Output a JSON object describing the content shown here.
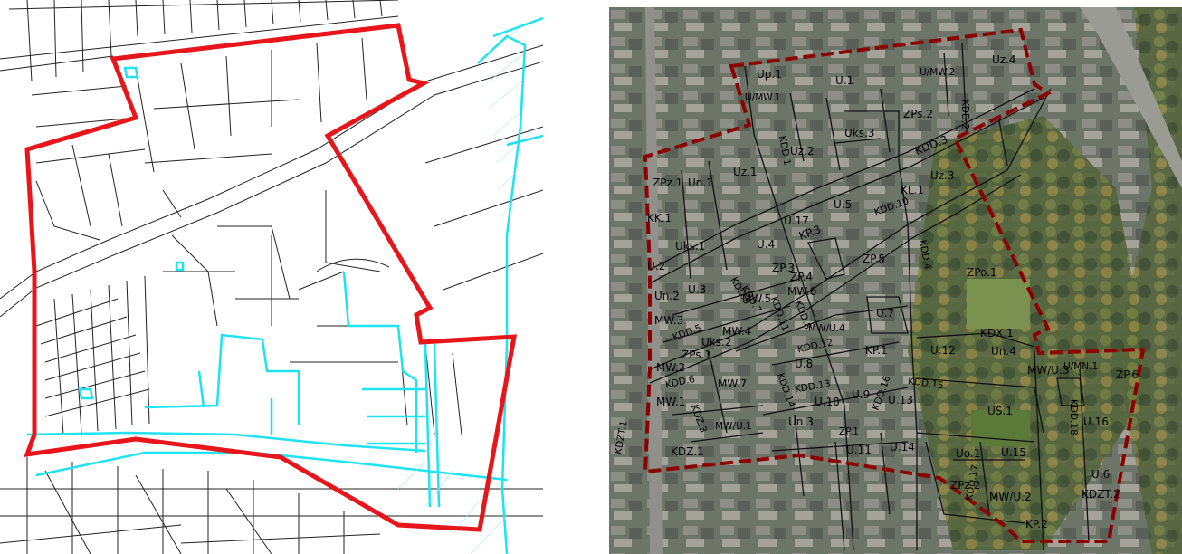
{
  "colors": {
    "plan_boundary_left": "#e8151b",
    "parcel_lines": "#222222",
    "water_overlay": "#1fe3f0",
    "plan_boundary_right": "#8b0000",
    "aerial_base": "#5c6a55",
    "zone_lines": "#111111"
  },
  "left_map": {
    "description_icon": "cadastral-map"
  },
  "right_map": {
    "zones": [
      "Up.1",
      "U/MW.1",
      "U.1",
      "U/MW.2",
      "Uz.4",
      "KDD.2",
      "ZPs.2",
      "Uks.3",
      "KDD.3",
      "KDD.1",
      "Uz.2",
      "Uz.1",
      "Un.1",
      "ZPz.1",
      "Uz.3",
      "KL.1",
      "KDD.10",
      "U.5",
      "U.17",
      "KK.1",
      "KP.3",
      "KDD.4",
      "Uks.1",
      "U.4",
      "ZP.5",
      "ZPo.1",
      "U.2",
      "ZP.3",
      "ZP.4",
      "Un.2",
      "U.3",
      "KDD.9",
      "MW.5",
      "KDD.7",
      "KDD.11",
      "MW.6",
      "KDD.8",
      "U.7",
      "MW.3",
      "KDD.5",
      "MW.4",
      "MW/U.4",
      "KDX.1",
      "Un.4",
      "ZPs.1",
      "Uks.2",
      "KDD.12",
      "KP.1",
      "U.12",
      "MW.2",
      "U.8",
      "MW/U.3",
      "U/MN.1",
      "ZP.6",
      "KDD.6",
      "MW.7",
      "KDD.14",
      "KDD.13",
      "U.10",
      "U.9",
      "KDD.16",
      "U.13",
      "KDD.15",
      "MW.1",
      "KDZ.3",
      "US.1",
      "KDD.18",
      "U.16",
      "MW/U.1",
      "Un.3",
      "ZP.1",
      "U.11",
      "U.14",
      "Uo.1",
      "U.15",
      "KDZT.1",
      "KDZ.1",
      "ZPz.2",
      "KDD.17",
      "MW/U.2",
      "U.6",
      "KDZT.2",
      "KP.2"
    ]
  }
}
